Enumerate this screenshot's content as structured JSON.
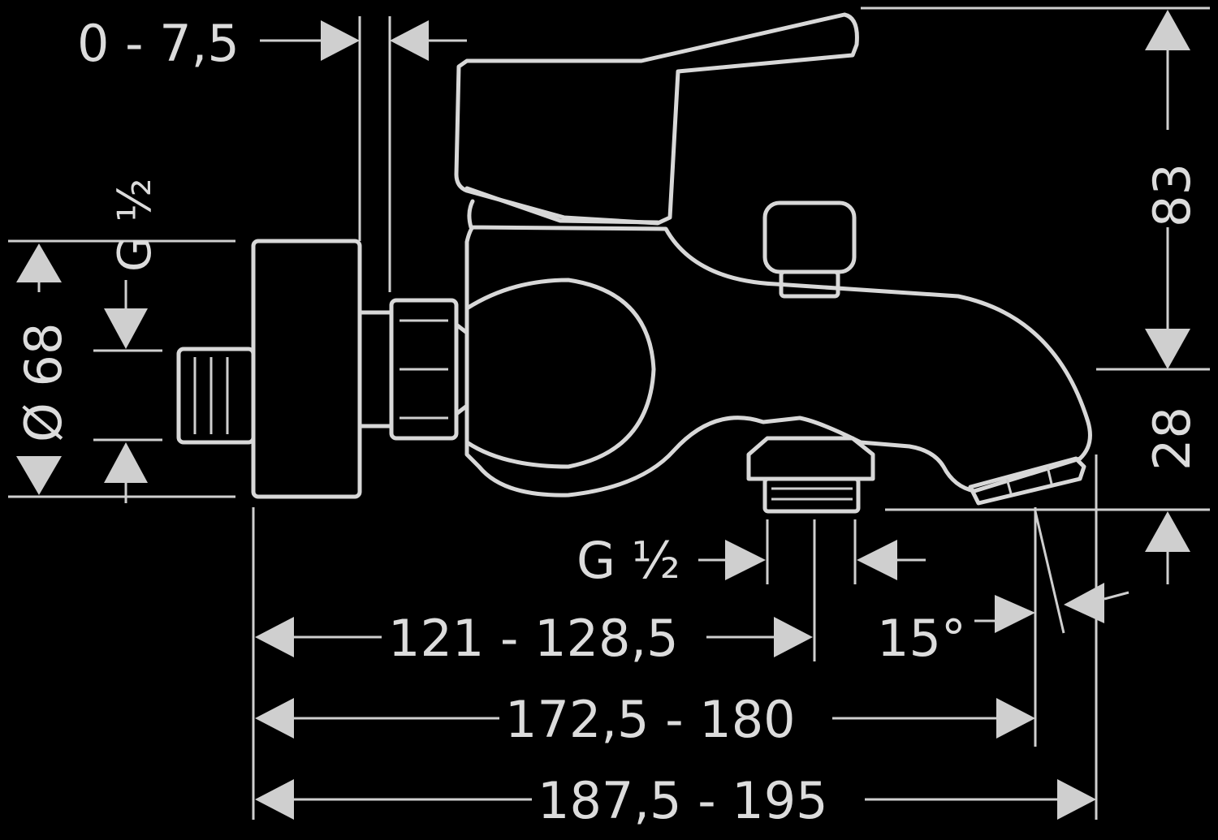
{
  "dimensions": {
    "wall_gap": "0 - 7,5",
    "inlet_thread": "G ½",
    "flange_diameter": "Ø 68",
    "height_top": "83",
    "height_spout": "28",
    "bottom_thread": "G ½",
    "angle": "15°",
    "depth_outlet": "121 - 128,5",
    "depth_spout": "172,5 - 180",
    "depth_total": "187,5 - 195"
  },
  "colors": {
    "background": "#000000",
    "line": "#d8d8d8"
  }
}
